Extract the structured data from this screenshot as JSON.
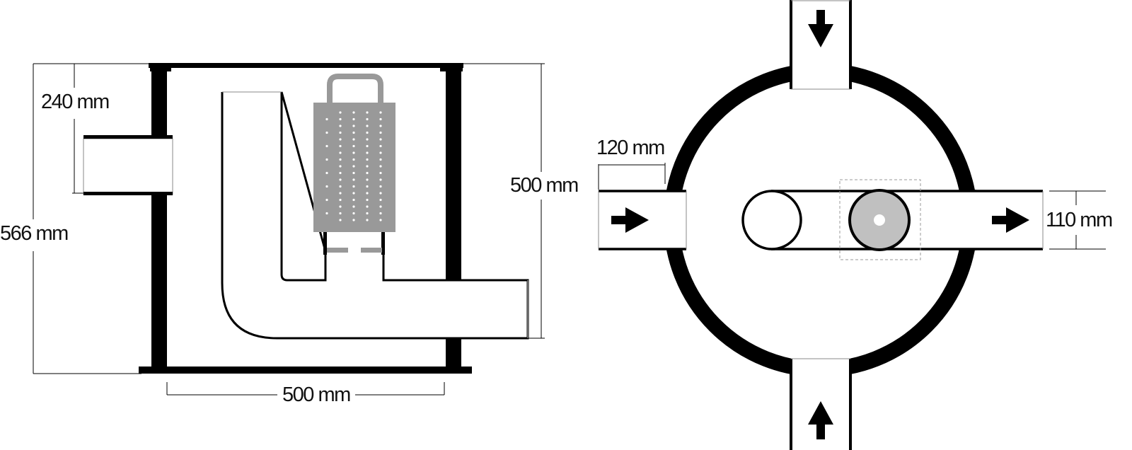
{
  "colors": {
    "ink": "#000000",
    "grater": "#999999",
    "valve": "#c0c0c0",
    "dashed": "#999999"
  },
  "side_view": {
    "dimensions": {
      "inlet_height": "240 mm",
      "total_height": "566 mm",
      "body_height": "500 mm",
      "body_width": "500 mm"
    },
    "components": [
      "outer-housing",
      "inlet-pipe",
      "l-shaped-outlet-pipe",
      "grater-filter-basket"
    ]
  },
  "top_view": {
    "dimensions": {
      "inlet_length": "120 mm",
      "pipe_diameter": "110 mm"
    },
    "components": [
      "circular-housing",
      "top-inlet",
      "bottom-inlet",
      "left-inlet",
      "right-outlet",
      "open-port",
      "valve-disc"
    ],
    "flow_arrows": [
      "down",
      "up",
      "right",
      "right"
    ]
  }
}
